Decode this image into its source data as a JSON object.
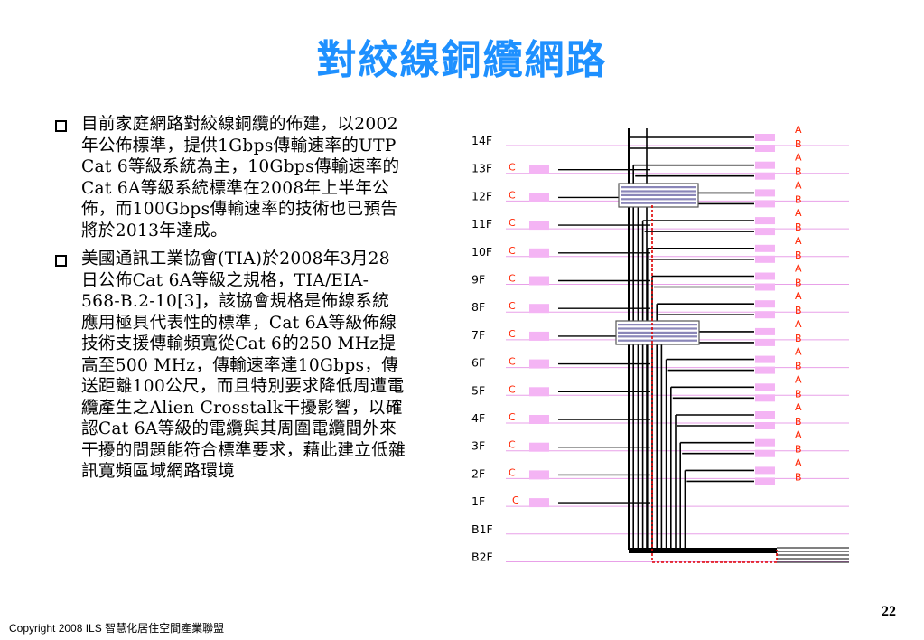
{
  "title": "對絞線銅纜網路",
  "bullets": [
    "目前家庭網路對絞線銅纜的佈建，以2002年公佈標準，提供1Gbps傳輸速率的UTP Cat 6等級系統為主，10Gbps傳輸速率的Cat 6A等級系統標準在2008年上半年公佈，而100Gbps傳輸速率的技術也已預告將於2013年達成。",
    "美國通訊工業協會(TIA)於2008年3月28日公佈Cat 6A等級之規格，TIA/EIA-568-B.2-10[3]，該協會規格是佈線系統應用極具代表性的標準，Cat 6A等級佈線技術支援傳輸頻寬從Cat 6的250 MHz提高至500 MHz，傳輸速率達10Gbps，傳送距離100公尺，而且特別要求降低周遭電纜產生之Alien Crosstalk干擾影響，以確認Cat 6A等級的電纜與其周圍電纜間外來干擾的問題能符合標準要求，藉此建立低雜訊寬頻區域網路環境"
  ],
  "diagram": {
    "floors": [
      "14F",
      "13F",
      "12F",
      "11F",
      "10F",
      "9F",
      "8F",
      "7F",
      "6F",
      "5F",
      "4F",
      "3F",
      "2F",
      "1F",
      "B1F",
      "B2F"
    ],
    "outlet_labels": {
      "a": "A",
      "b": "B",
      "c": "C"
    },
    "colors": {
      "floor_line": "#e8a0e8",
      "outlet": "#f4b4f4",
      "label": "#ff2200",
      "trunk": "#000000",
      "dashed": "#e00000"
    }
  },
  "footer": "Copyright 2008 ILS 智慧化居住空間產業聯盟",
  "page_number": "22"
}
